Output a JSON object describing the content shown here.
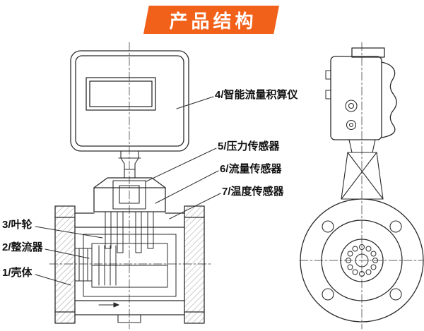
{
  "banner": {
    "title": "产品结构"
  },
  "colors": {
    "banner": "#f2611a",
    "line": "#2b2b2b",
    "background": "#ffffff",
    "label_text": "#111111"
  },
  "callouts": {
    "right": [
      {
        "id": "totalizer",
        "text": "4/智能流量积算仪"
      },
      {
        "id": "pressure_sensor",
        "text": "5/压力传感器"
      },
      {
        "id": "flow_sensor",
        "text": "6/流量传感器"
      },
      {
        "id": "temperature_sensor",
        "text": "7/温度传感器"
      }
    ],
    "left": [
      {
        "id": "impeller",
        "text": "3/叶轮"
      },
      {
        "id": "straightener",
        "text": "2/整流器"
      },
      {
        "id": "housing",
        "text": "1/壳体"
      }
    ]
  }
}
